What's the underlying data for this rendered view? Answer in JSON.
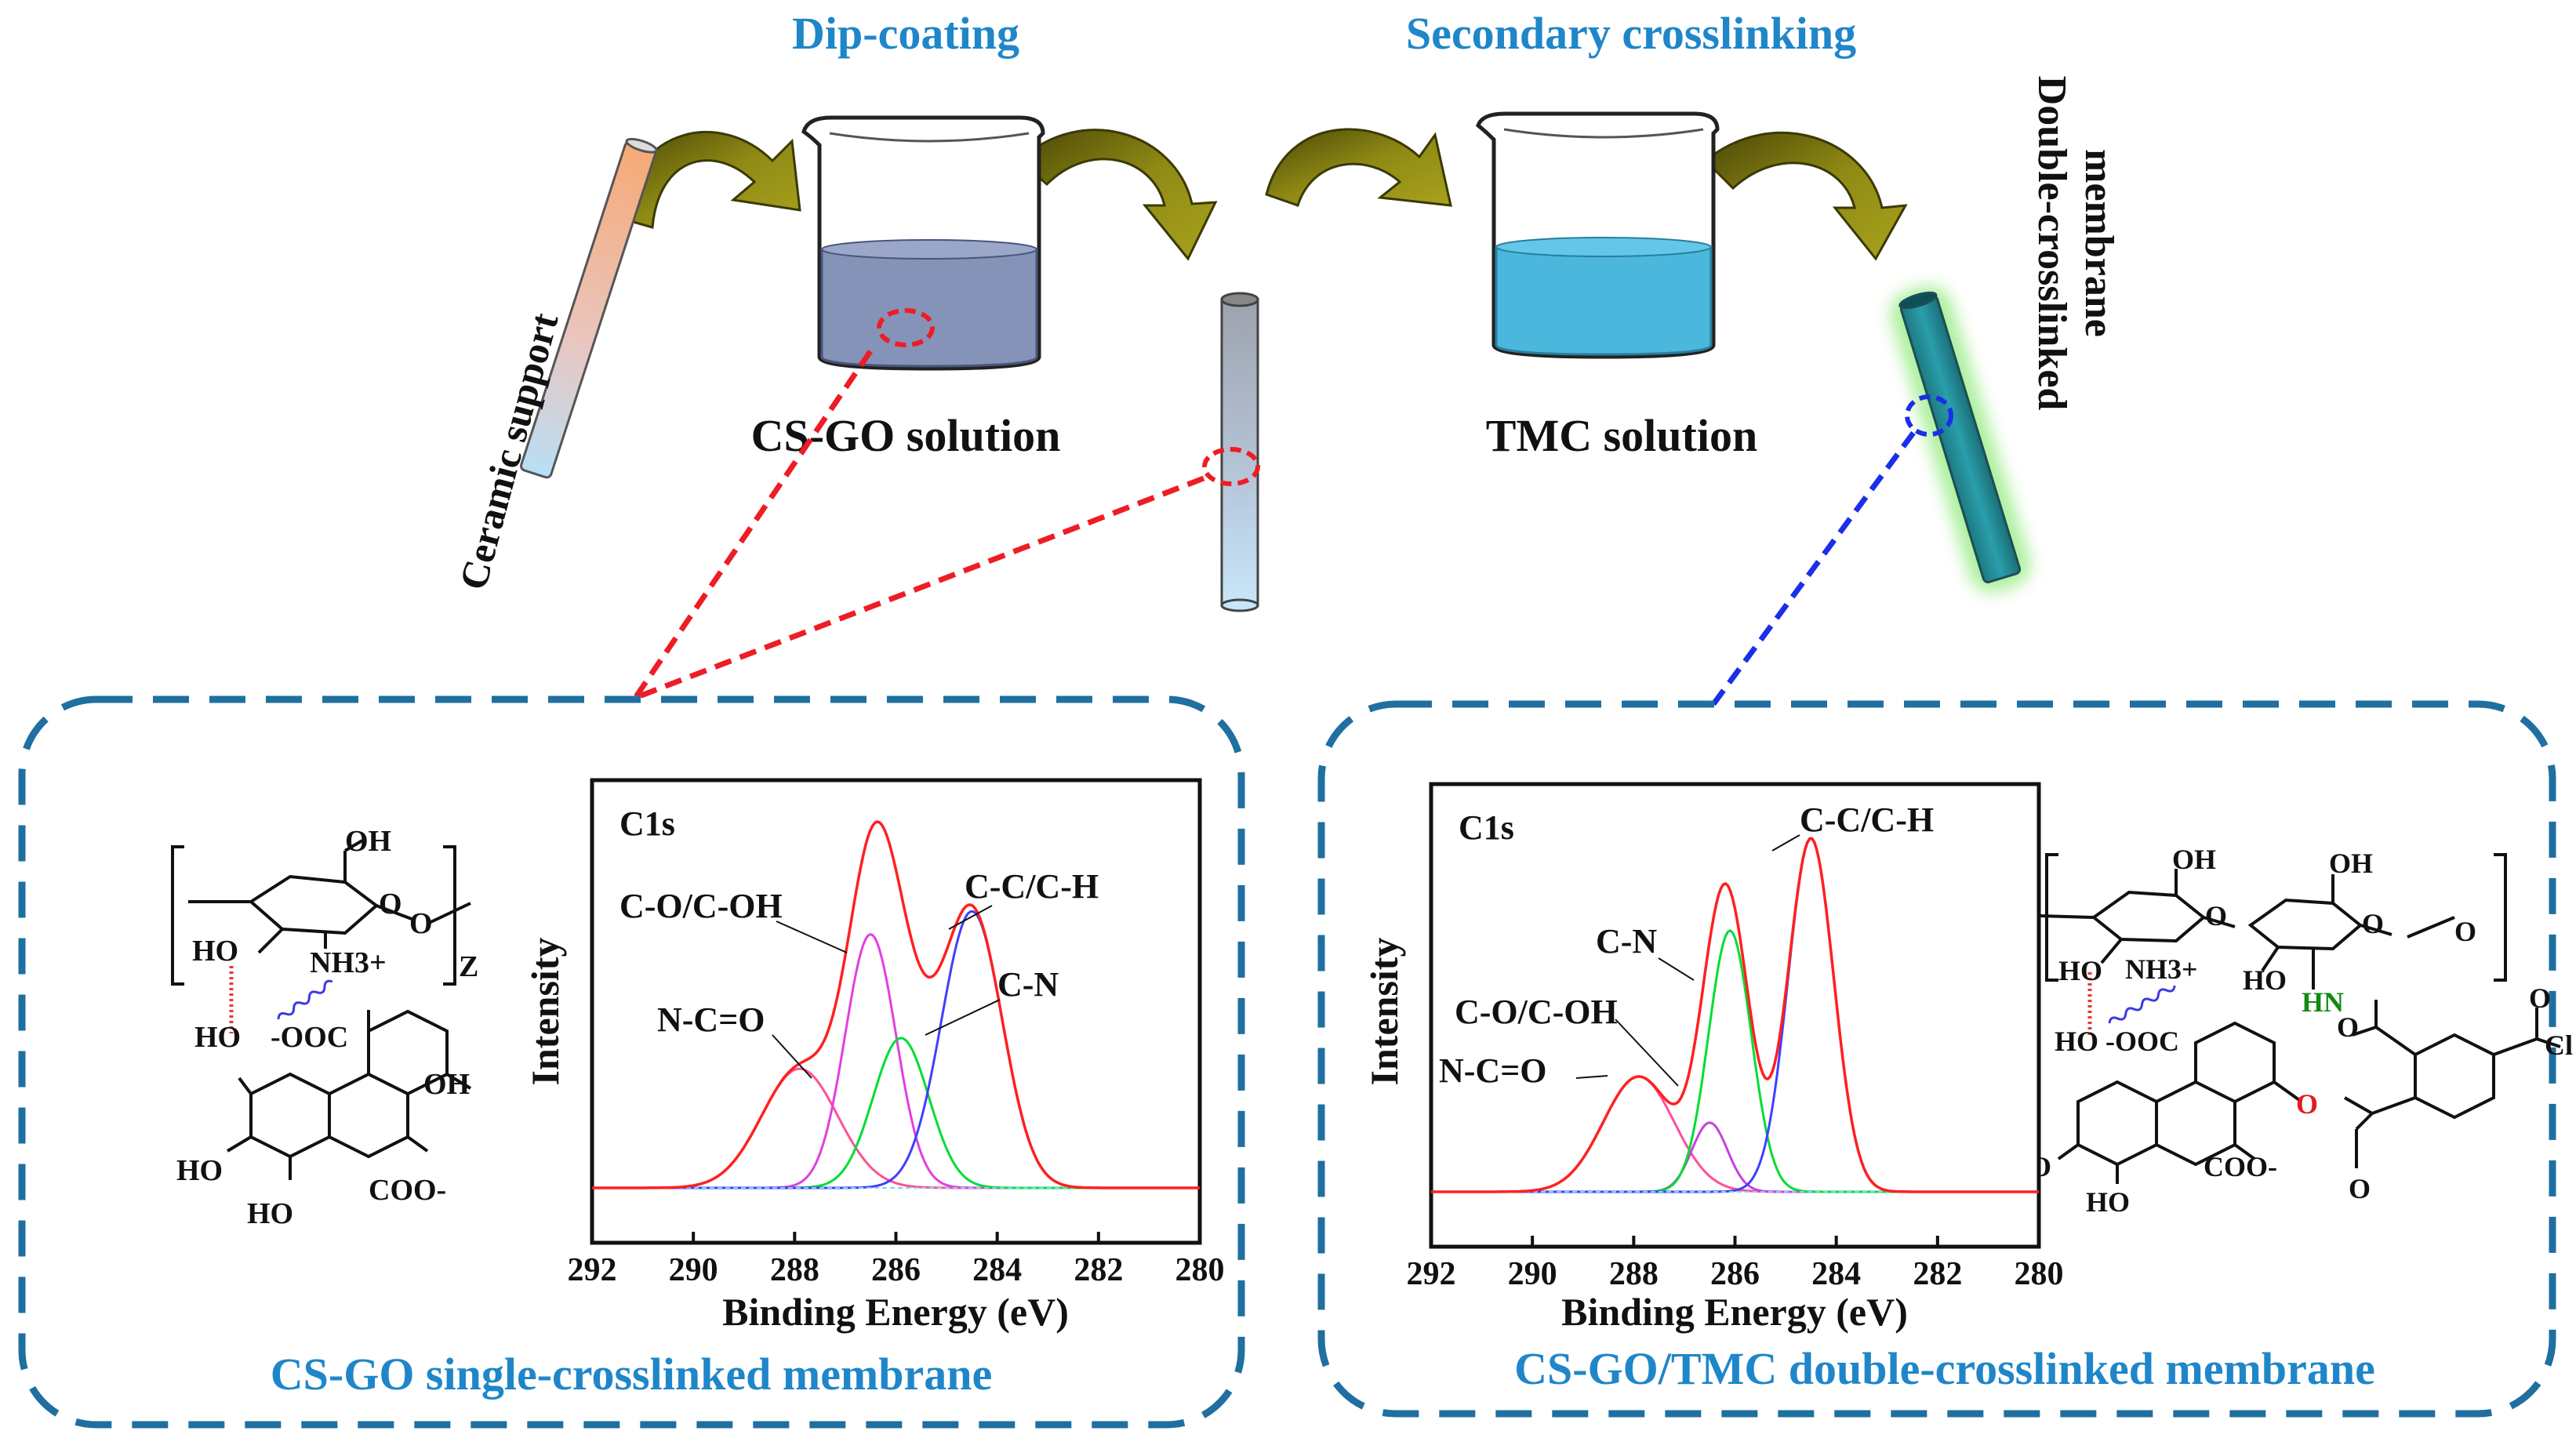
{
  "process": {
    "step1_title": "Dip-coating",
    "step2_title": "Secondary crosslinking",
    "beaker1_label": "CS-GO solution",
    "beaker2_label": "TMC  solution",
    "tube1_label": "Ceramic support",
    "tube3_label_line1": "Double-crosslinked",
    "tube3_label_line2": "membrane"
  },
  "colors": {
    "title_blue": "#1f86c9",
    "arrow_olive": "#6f6a0b",
    "frame_blue": "#1f6fa0",
    "dash_red": "#ee1c24",
    "dash_blue": "#1b2ee8",
    "solution_gray": "#8593b8",
    "solution_cyan": "#4bb7dd"
  },
  "left_panel": {
    "caption": "CS-GO single-crosslinked membrane",
    "chem": {
      "oh_top": "OH",
      "o_ring": "O",
      "o_link": "O",
      "ho_left": "HO",
      "nh3": "NH3+",
      "z": "Z",
      "ho_gallic": "HO",
      "ooc": "-OOC",
      "oh_right": "OH",
      "ho_bottom1": "HO",
      "ho_bottom2": "HO",
      "coo": "COO-"
    }
  },
  "right_panel": {
    "caption": "CS-GO/TMC double-crosslinked membrane",
    "chem": {
      "oh1": "OH",
      "oh2": "OH",
      "o1": "O",
      "o2": "O",
      "o3": "O",
      "nh3": "NH3+",
      "ho1": "HO",
      "ho2": "HO",
      "hn": "HN",
      "ho_ooc": "HO -OOC",
      "o_red": "O",
      "o_c1": "O",
      "o_c2": "O",
      "o_c3": "O",
      "cl": "Cl",
      "ho3": "HO",
      "ho4": "HO",
      "coo": "COO-"
    }
  },
  "chart_data": [
    {
      "type": "line",
      "title": "C1s",
      "xlabel": "Binding Energy (eV)",
      "ylabel": "Intensity",
      "xlim": [
        292,
        280
      ],
      "x_ticks": [
        "292",
        "290",
        "288",
        "286",
        "284",
        "282",
        "280"
      ],
      "annotations": [
        "C-O/C-OH",
        "C-C/C-H",
        "N-C=O",
        "C-N"
      ],
      "series": [
        {
          "name": "N-C=O",
          "color": "#ff4f9a",
          "peak": 287.9,
          "height": 0.31,
          "width": 0.75
        },
        {
          "name": "C-O/C-OH",
          "color": "#e23fe0",
          "peak": 286.5,
          "height": 0.66,
          "width": 0.5
        },
        {
          "name": "C-N",
          "color": "#00dd33",
          "peak": 285.9,
          "height": 0.39,
          "width": 0.55
        },
        {
          "name": "C-C/C-H",
          "color": "#3f3fff",
          "peak": 284.5,
          "height": 0.72,
          "width": 0.6
        },
        {
          "name": "envelope",
          "color": "#ff2020",
          "peak": null,
          "height": null,
          "width": null
        }
      ]
    },
    {
      "type": "line",
      "title": "C1s",
      "xlabel": "Binding Energy (eV)",
      "ylabel": "Intensity",
      "xlim": [
        292,
        280
      ],
      "x_ticks": [
        "292",
        "290",
        "288",
        "286",
        "284",
        "282",
        "280"
      ],
      "annotations": [
        "C-C/C-H",
        "C-N",
        "C-O/C-OH",
        "N-C=O"
      ],
      "series": [
        {
          "name": "N-C=O",
          "color": "#ff4f9a",
          "peak": 287.9,
          "height": 0.3,
          "width": 0.7
        },
        {
          "name": "C-O/C-OH",
          "color": "#c840e0",
          "peak": 286.5,
          "height": 0.18,
          "width": 0.35
        },
        {
          "name": "C-N",
          "color": "#00dd33",
          "peak": 286.1,
          "height": 0.68,
          "width": 0.42
        },
        {
          "name": "C-C/C-H",
          "color": "#3f3fff",
          "peak": 284.5,
          "height": 0.92,
          "width": 0.45
        },
        {
          "name": "envelope",
          "color": "#ff2020",
          "peak": null,
          "height": null,
          "width": null
        }
      ]
    }
  ]
}
